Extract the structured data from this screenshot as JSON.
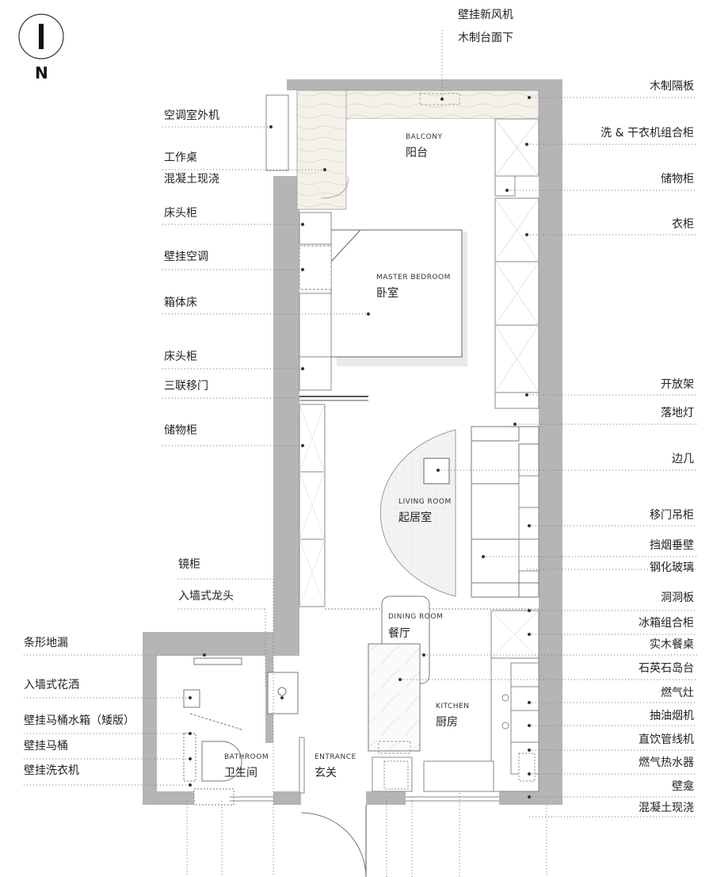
{
  "compass": {
    "letter": "N"
  },
  "rooms": {
    "balcony": {
      "en": "BALCONY",
      "cn": "阳台"
    },
    "bedroom": {
      "en": "MASTER BEDROOM",
      "cn": "卧室"
    },
    "living": {
      "en": "LIVING ROOM",
      "cn": "起居室"
    },
    "dining": {
      "en": "DINING ROOM",
      "cn": "餐厅"
    },
    "kitchen": {
      "en": "KITCHEN",
      "cn": "厨房"
    },
    "bathroom": {
      "en": "BATHROOM",
      "cn": "卫生间"
    },
    "entrance": {
      "en": "ENTRANCE",
      "cn": "玄关"
    }
  },
  "labels_top": [
    "壁挂新风机",
    "木制台面下"
  ],
  "labels_left": [
    "空调室外机",
    "工作桌",
    "混凝土现浇",
    "床头柜",
    "壁挂空调",
    "箱体床",
    "床头柜",
    "三联移门",
    "储物柜",
    "镜柜",
    "入墙式龙头",
    "条形地漏",
    "入墙式花洒",
    "壁挂马桶水箱（矮版）",
    "壁挂马桶",
    "壁挂洗衣机"
  ],
  "labels_right": [
    "木制隔板",
    "洗 & 干衣机组合柜",
    "储物柜",
    "衣柜",
    "开放架",
    "落地灯",
    "边几",
    "移门吊柜",
    "挡烟垂壁",
    "钢化玻璃",
    "洞洞板",
    "冰箱组合柜",
    "实木餐桌",
    "石英石岛台",
    "燃气灶",
    "抽油烟机",
    "直饮管线机",
    "燃气热水器",
    "壁龛",
    "混凝土现浇"
  ]
}
